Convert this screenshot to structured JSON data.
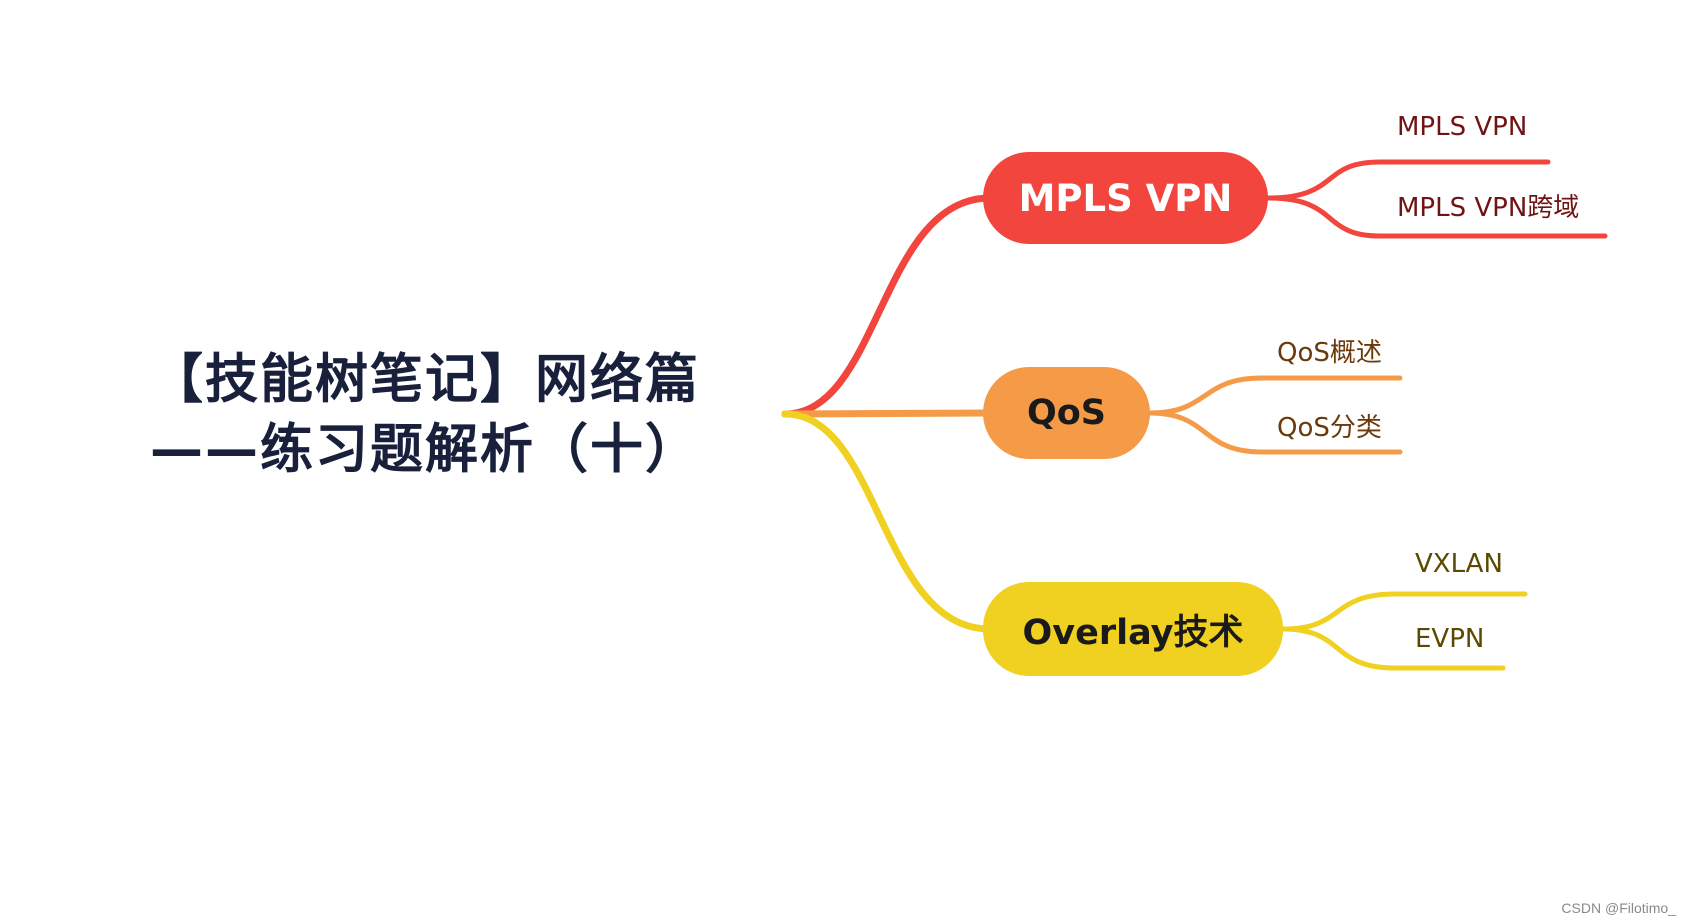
{
  "root": {
    "title_line1": "【技能树笔记】网络篇",
    "title_line2": "——练习题解析（十）"
  },
  "branches": [
    {
      "label": "MPLS VPN",
      "color": "#f2453d",
      "children": [
        "MPLS VPN",
        "MPLS VPN跨域"
      ]
    },
    {
      "label": "QoS",
      "color": "#f59b48",
      "children": [
        "QoS概述",
        "QoS分类"
      ]
    },
    {
      "label": "Overlay技术",
      "color": "#f0d020",
      "children": [
        "VXLAN",
        "EVPN"
      ]
    }
  ],
  "watermark": "CSDN @Filotimo_"
}
